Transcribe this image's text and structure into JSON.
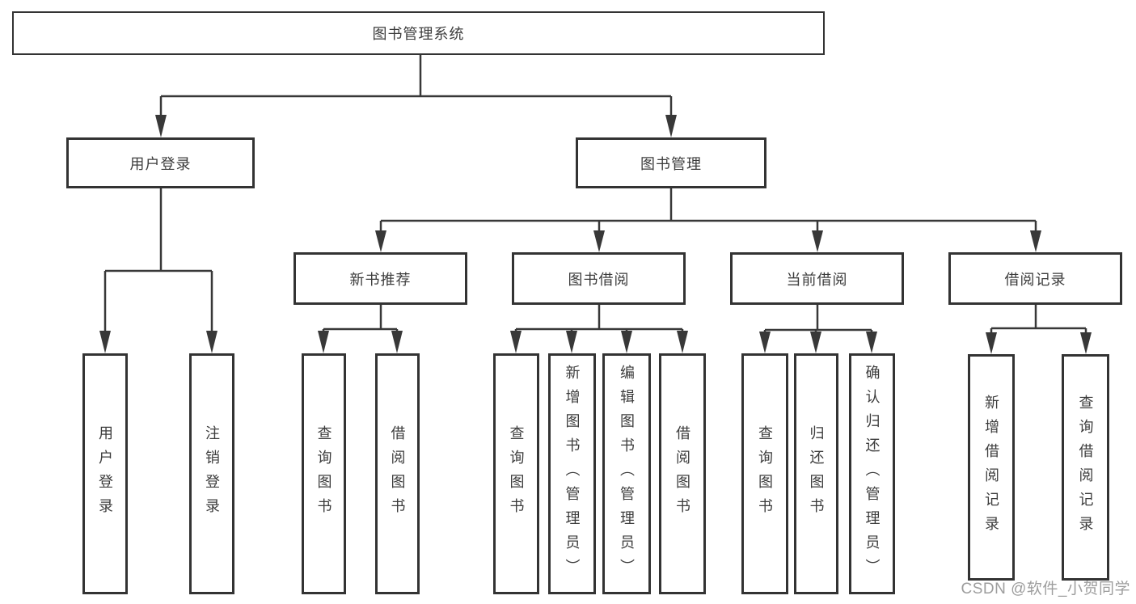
{
  "diagram": {
    "root": {
      "label": "图书管理系统"
    },
    "level2": [
      {
        "label": "用户登录"
      },
      {
        "label": "图书管理"
      }
    ],
    "level3": [
      {
        "label": "新书推荐"
      },
      {
        "label": "图书借阅"
      },
      {
        "label": "当前借阅"
      },
      {
        "label": "借阅记录"
      }
    ],
    "leaves": {
      "user_login": [
        {
          "label": "用户登录"
        },
        {
          "label": "注销登录"
        }
      ],
      "new_book_recommend": [
        {
          "label": "查询图书"
        },
        {
          "label": "借阅图书"
        }
      ],
      "book_borrow": [
        {
          "label": "查询图书"
        },
        {
          "label": "新增图书（管理员）"
        },
        {
          "label": "编辑图书（管理员）"
        },
        {
          "label": "借阅图书"
        }
      ],
      "current_borrow": [
        {
          "label": "查询图书"
        },
        {
          "label": "归还图书"
        },
        {
          "label": "确认归还（管理员）"
        }
      ],
      "borrow_records": [
        {
          "label": "新增借阅记录"
        },
        {
          "label": "查询借阅记录"
        }
      ]
    },
    "watermark": "CSDN @软件_小贺同学",
    "colors": {
      "line": "#383838",
      "border": "#333333",
      "text": "#3c3c3c",
      "watermark": "#9d9d9d",
      "background": "#ffffff"
    }
  }
}
